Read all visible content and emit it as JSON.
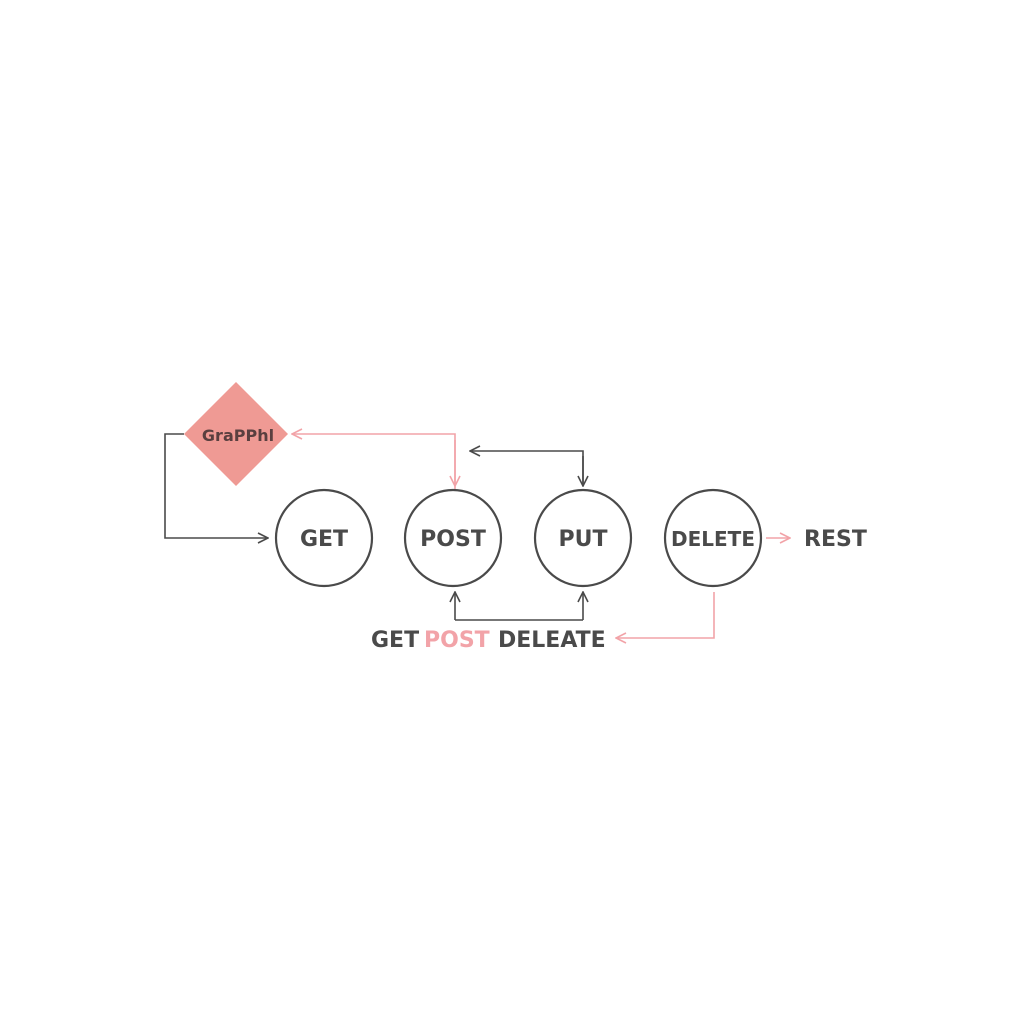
{
  "diagram": {
    "decision": {
      "label": "GraPPhl"
    },
    "nodes": [
      {
        "id": "get",
        "label": "GET"
      },
      {
        "id": "post",
        "label": "POST"
      },
      {
        "id": "put",
        "label": "PUT"
      },
      {
        "id": "delete",
        "label": "DELETE"
      }
    ],
    "rest_label": "REST",
    "bottom_labels": [
      {
        "id": "get",
        "text": "GET"
      },
      {
        "id": "post",
        "text": "POST"
      },
      {
        "id": "delete",
        "text": "DELEATE"
      }
    ]
  },
  "colors": {
    "accent": "#ef9a94",
    "accent_light": "#f2a3a8",
    "stroke": "#4a4a4a",
    "text": "#4a4a4a"
  }
}
